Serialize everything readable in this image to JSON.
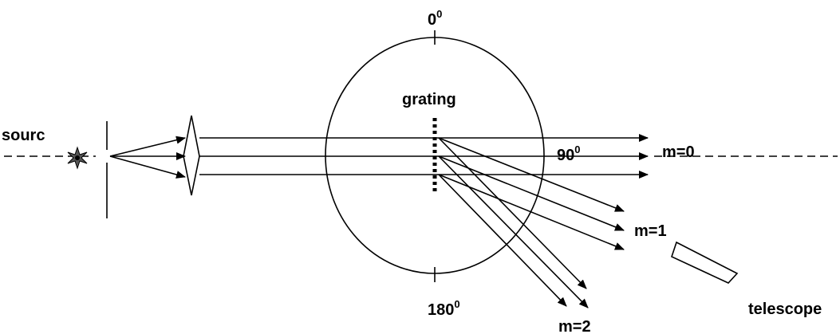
{
  "labels": {
    "source": "sourc",
    "grating": "grating",
    "angle_top": {
      "value": "0",
      "sup": "0"
    },
    "angle_right": {
      "value": "90",
      "sup": "0"
    },
    "angle_bottom": {
      "value": "180",
      "sup": "0"
    },
    "order_0": "m=0",
    "order_1": "m=1",
    "order_2": "m=2",
    "telescope": "telescope"
  },
  "colors": {
    "stroke": "#000000",
    "background": "#ffffff"
  }
}
